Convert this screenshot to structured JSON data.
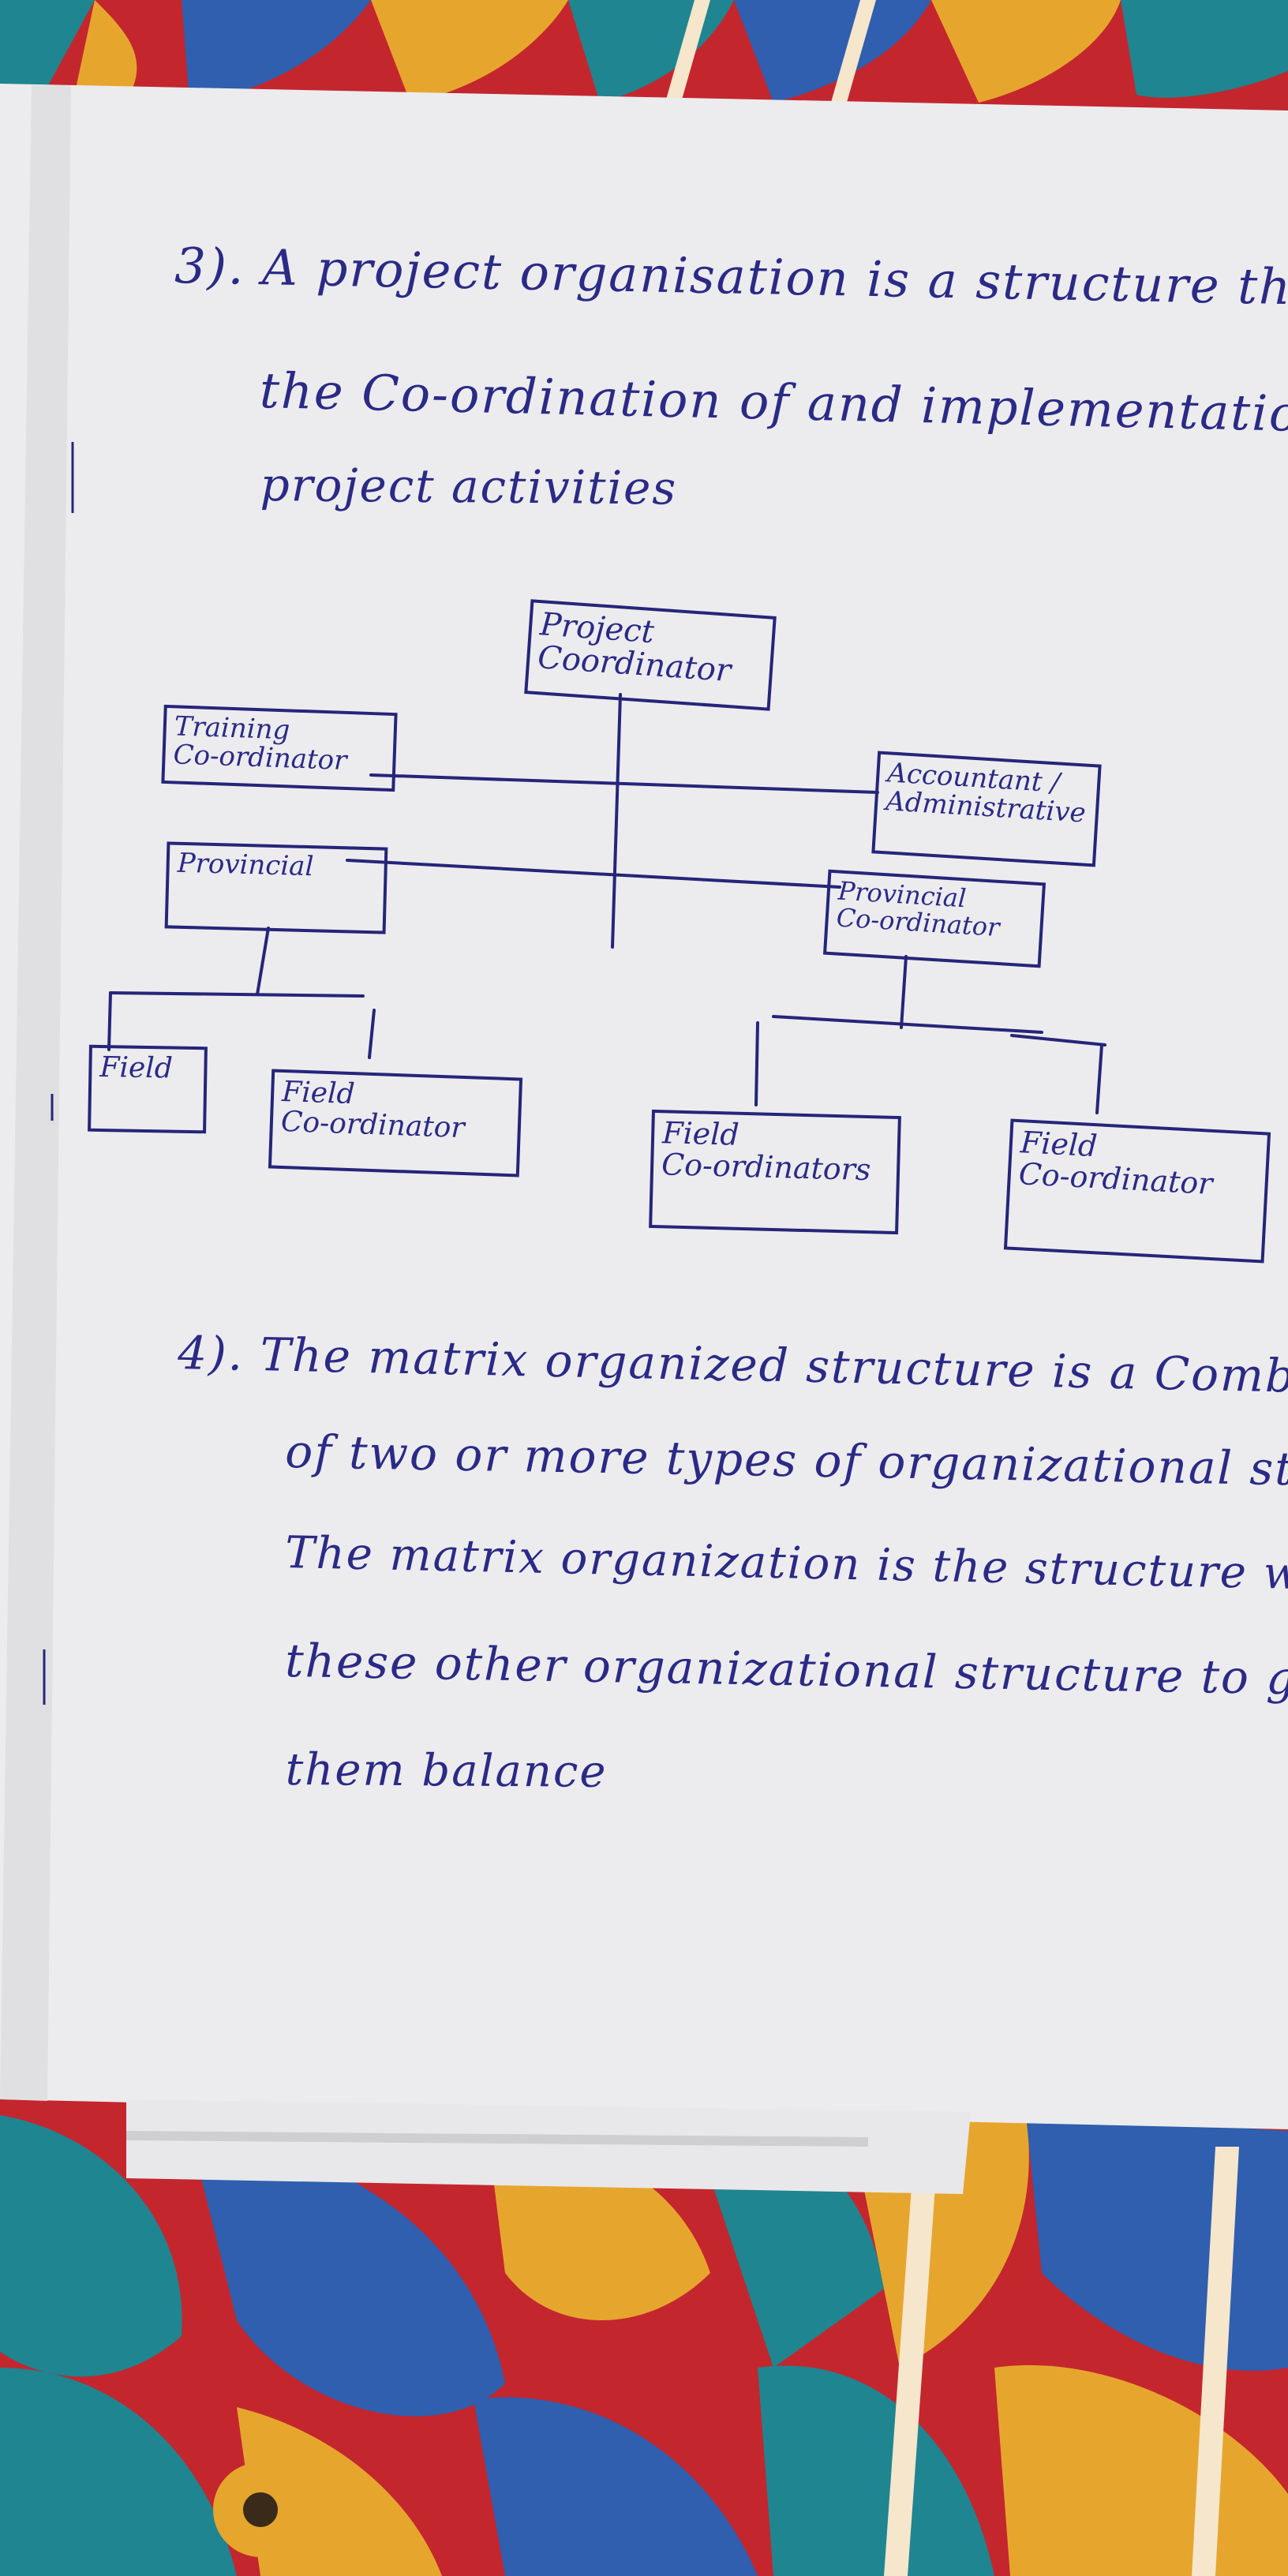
{
  "colors": {
    "ink": "#2b2a86",
    "paper": "#ececee",
    "cloth_red": "#c4262e",
    "cloth_blue": "#2f5fae",
    "cloth_teal": "#1f8590",
    "cloth_yellow": "#e6a62d"
  },
  "answer_3": {
    "marker": "3).",
    "line1": "A project organisation is a structure that facilitates",
    "line2": "the Co-ordination of and implementation of",
    "line3": "project activities"
  },
  "org_chart": {
    "project_coordinator": "Project Coordinator",
    "training_coordinator": "Training\nCo-ordinator",
    "accountant_admin": "Accountant /\nAdministrative",
    "provincial_left": "Provincial",
    "provincial_right": "Provincial\nCo-ordinator",
    "field_1": "Field",
    "field_2": "Field\nCo-ordinator",
    "field_3": "Field\nCo-ordinators",
    "field_4": "Field\nCo-ordinator"
  },
  "answer_4": {
    "marker": "4).",
    "line1": "The matrix organized structure is a Combination",
    "line2": "of two or more types of organizational structure",
    "line3": "The matrix organization is the structure which",
    "line4": "these other organizational structure to give",
    "line5": "them balance"
  }
}
